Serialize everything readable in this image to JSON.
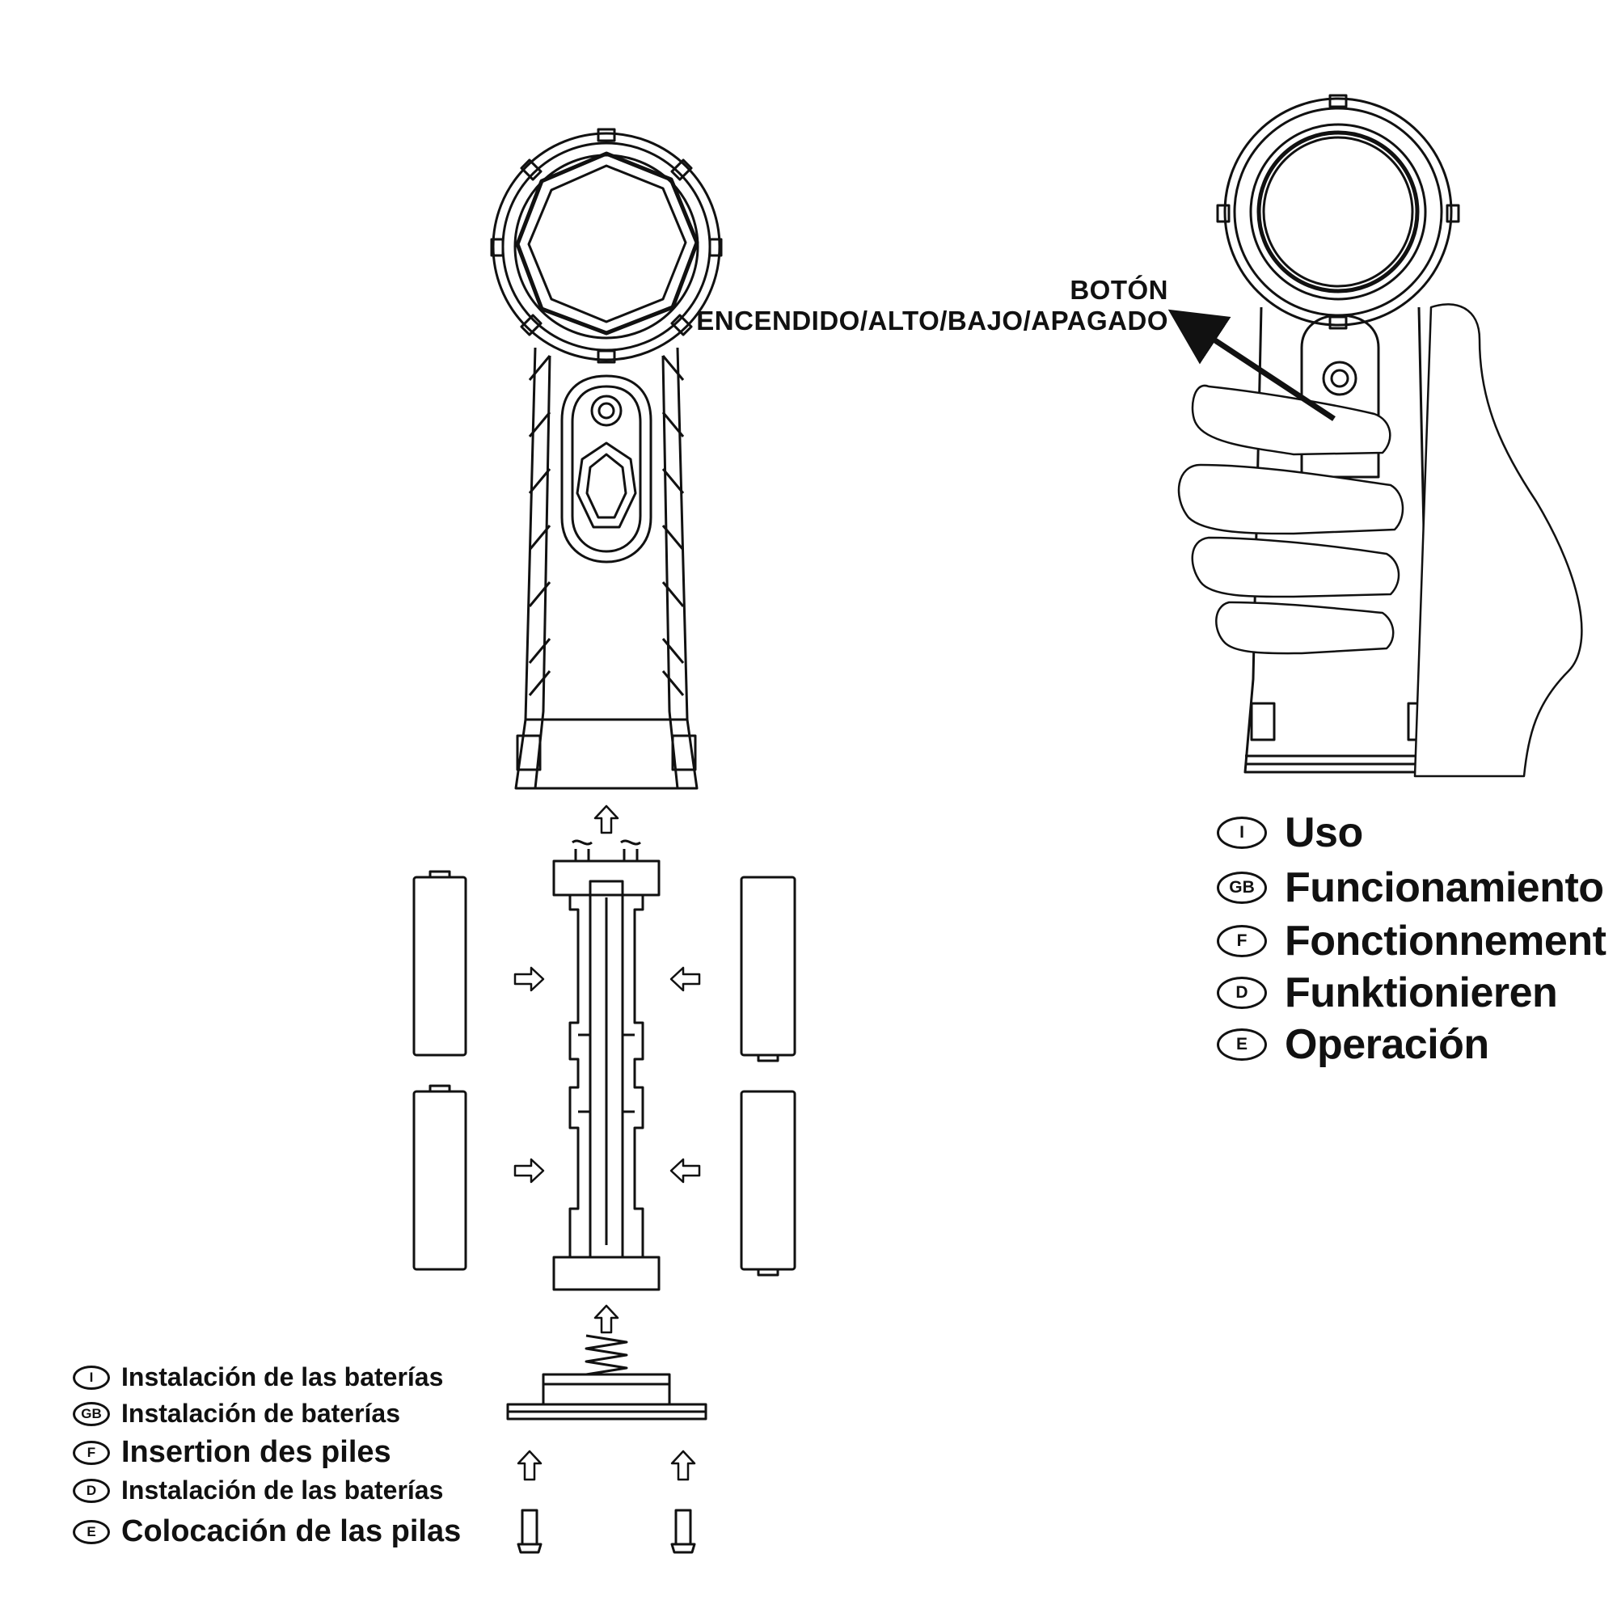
{
  "callout": {
    "line1": "BOTÓN",
    "line2": "ENCENDIDO/ALTO/BAJO/APAGADO"
  },
  "operation_labels": [
    {
      "code": "I",
      "text": "Uso"
    },
    {
      "code": "GB",
      "text": "Funcionamiento"
    },
    {
      "code": "F",
      "text": "Fonctionnement"
    },
    {
      "code": "D",
      "text": "Funktionieren"
    },
    {
      "code": "E",
      "text": "Operación"
    }
  ],
  "battery_labels": [
    {
      "code": "I",
      "text": "Instalación de las baterías"
    },
    {
      "code": "GB",
      "text": "Instalación de baterías"
    },
    {
      "code": "F",
      "text": "Insertion des piles"
    },
    {
      "code": "D",
      "text": "Instalación de las baterías"
    },
    {
      "code": "E",
      "text": "Colocación de las pilas"
    }
  ],
  "colors": {
    "line": "#111111",
    "background": "#ffffff"
  }
}
